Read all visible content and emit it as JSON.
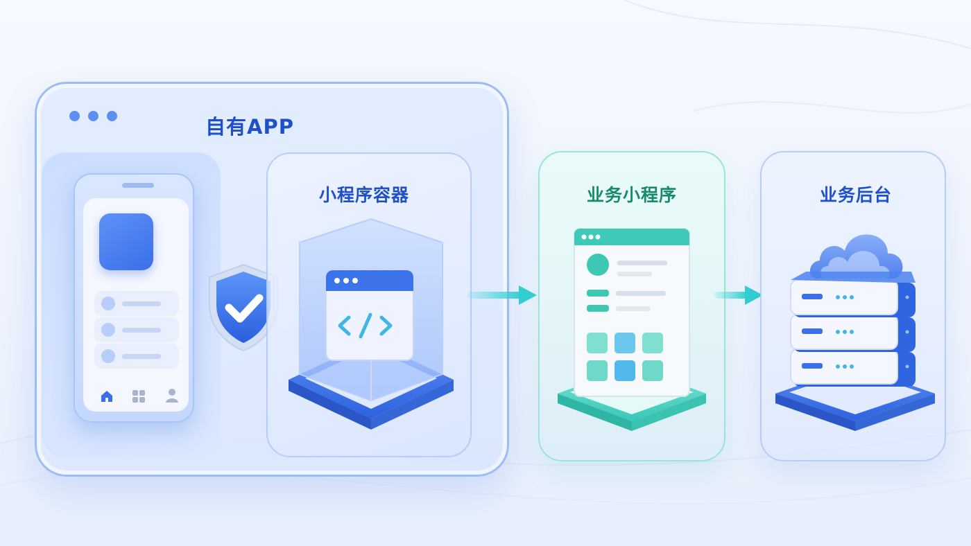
{
  "nodes": {
    "app": {
      "label": "自有APP"
    },
    "container": {
      "label": "小程序容器"
    },
    "mini": {
      "label": "业务小程序"
    },
    "backend": {
      "label": "业务后台"
    }
  },
  "edges": [
    {
      "from": "container",
      "to": "mini"
    },
    {
      "from": "mini",
      "to": "backend"
    }
  ],
  "colors": {
    "primary": "#3a6fe8",
    "title_blue": "#1f4fc9",
    "teal": "#26c6b0",
    "mini_title": "#178a6c",
    "arrow": "#3fd6d6"
  },
  "icons": {
    "shield": "shield-check-icon",
    "code": "code-icon",
    "home": "home-icon",
    "grid": "grid-icon",
    "user": "user-icon",
    "cloud": "cloud-icon",
    "server": "server-icon"
  }
}
